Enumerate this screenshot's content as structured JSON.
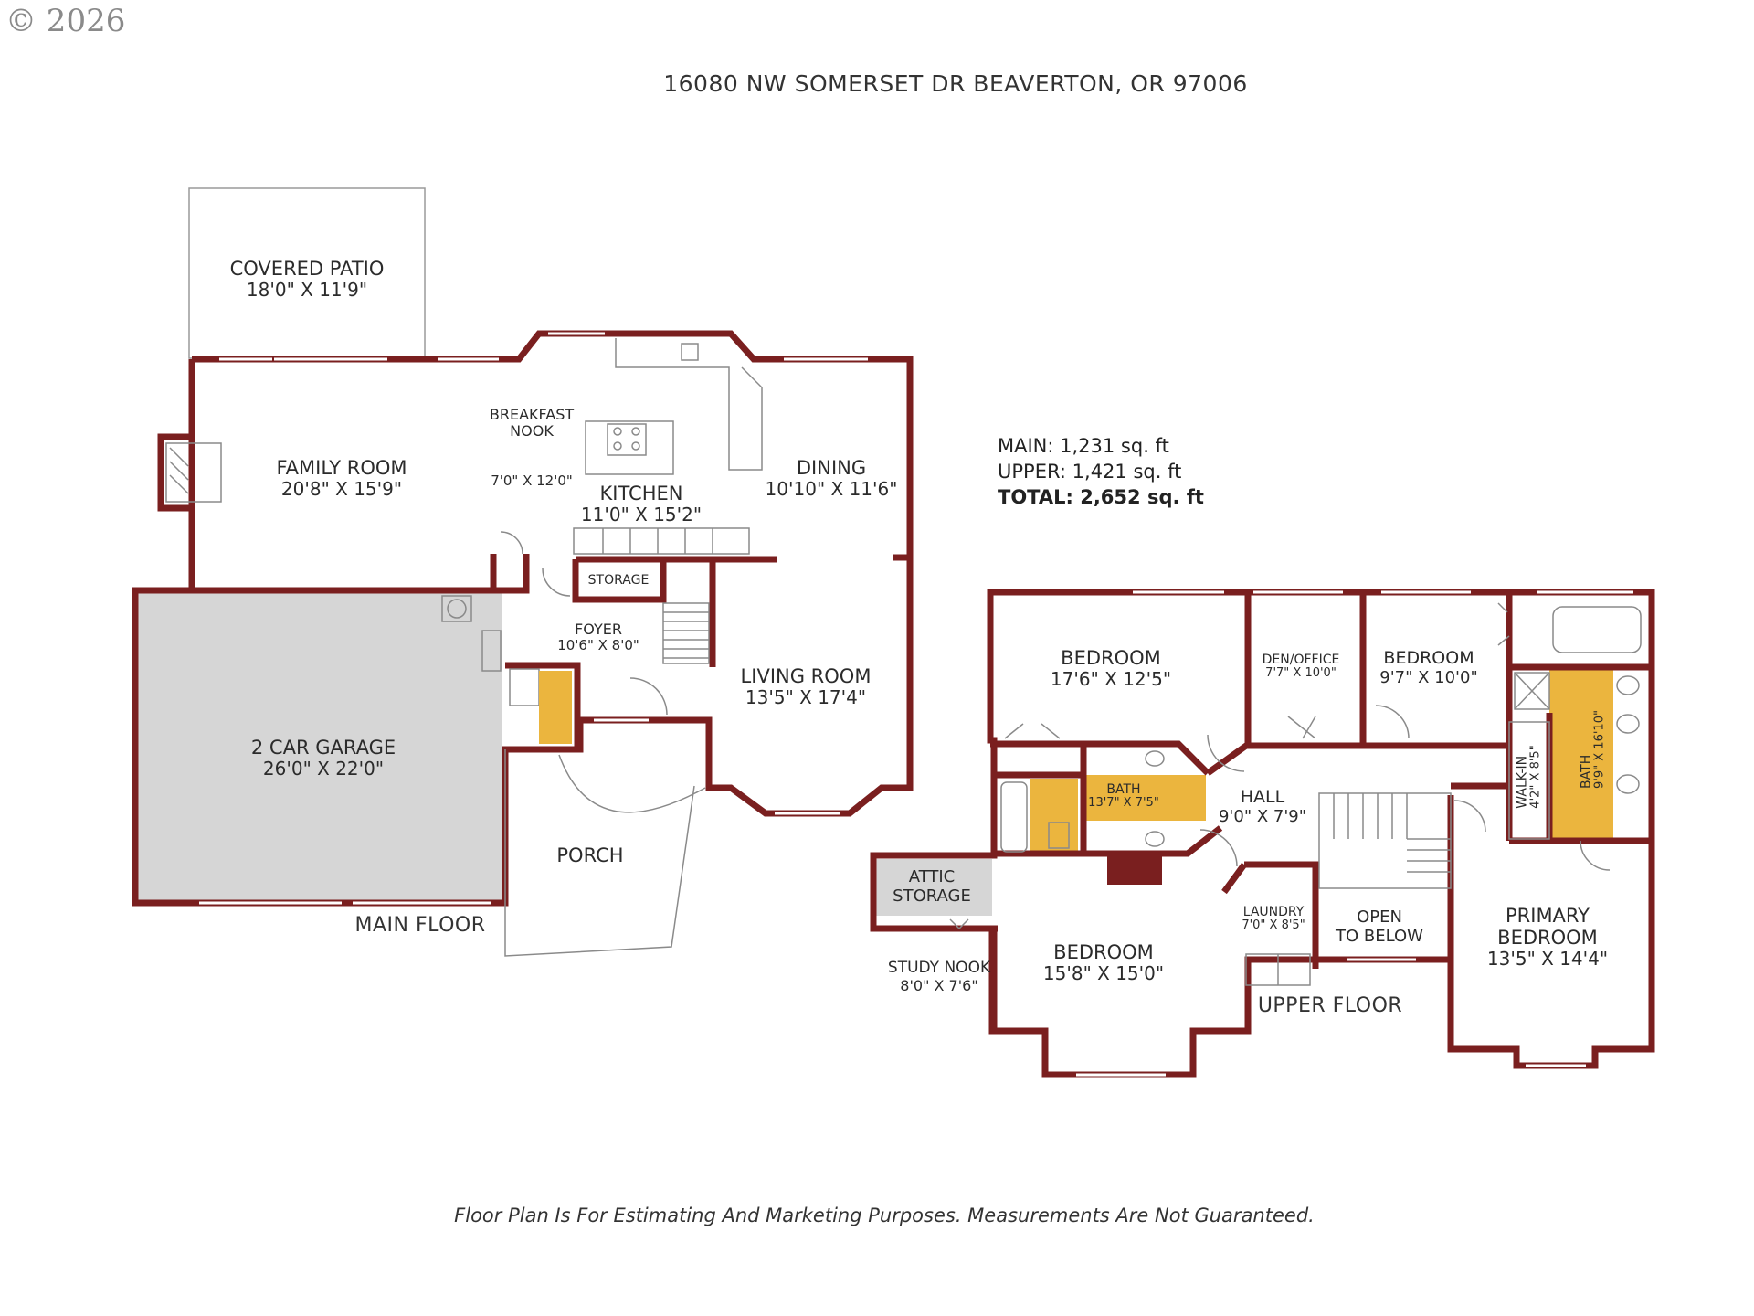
{
  "watermark": "© 2026",
  "address": "16080 NW SOMERSET DR BEAVERTON, OR 97006",
  "summary": {
    "main": "MAIN: 1,231 sq. ft",
    "upper": "UPPER: 1,421 sq. ft",
    "total": "TOTAL: 2,652 sq. ft"
  },
  "floors": {
    "main": "MAIN FLOOR",
    "upper": "UPPER FLOOR"
  },
  "rooms": {
    "covered_patio": {
      "name": "COVERED PATIO",
      "dims": "18'0\" X 11'9\""
    },
    "breakfast_nook": {
      "name": "BREAKFAST\nNOOK",
      "dims": "7'0\" X 12'0\""
    },
    "family_room": {
      "name": "FAMILY ROOM",
      "dims": "20'8\" X 15'9\""
    },
    "kitchen": {
      "name": "KITCHEN",
      "dims": "11'0\" X 15'2\""
    },
    "dining": {
      "name": "DINING",
      "dims": "10'10\" X 11'6\""
    },
    "storage": {
      "name": "STORAGE"
    },
    "foyer": {
      "name": "FOYER",
      "dims": "10'6\" X 8'0\""
    },
    "living_room": {
      "name": "LIVING ROOM",
      "dims": "13'5\" X 17'4\""
    },
    "garage": {
      "name": "2 CAR GARAGE",
      "dims": "26'0\" X 22'0\""
    },
    "porch": {
      "name": "PORCH"
    },
    "bedroom_1": {
      "name": "BEDROOM",
      "dims": "17'6\" X 12'5\""
    },
    "den_office": {
      "name": "DEN/OFFICE",
      "dims": "7'7\" X 10'0\""
    },
    "bedroom_2": {
      "name": "BEDROOM",
      "dims": "9'7\" X 10'0\""
    },
    "bath_upper": {
      "name": "BATH",
      "dims": "13'7\" X 7'5\""
    },
    "hall": {
      "name": "HALL",
      "dims": "9'0\" X 7'9\""
    },
    "walk_in": {
      "name": "WALK-IN",
      "dims": "4'2\" X 8'5\""
    },
    "bath_primary": {
      "name": "BATH",
      "dims": "9'9\" X 16'10\""
    },
    "attic_storage": {
      "name": "ATTIC\nSTORAGE"
    },
    "study_nook": {
      "name": "STUDY NOOK",
      "dims": "8'0\" X 7'6\""
    },
    "bedroom_3": {
      "name": "BEDROOM",
      "dims": "15'8\" X 15'0\""
    },
    "laundry": {
      "name": "LAUNDRY",
      "dims": "7'0\" X 8'5\""
    },
    "open_below": {
      "name": "OPEN\nTO BELOW"
    },
    "primary_bedroom": {
      "name": "PRIMARY\nBEDROOM",
      "dims": "13'5\" X 14'4\""
    }
  },
  "disclaimer": "Floor Plan Is For Estimating And Marketing Purposes. Measurements Are Not Guaranteed.",
  "colors": {
    "wall": "#7a1f1f",
    "garage_fill": "#d6d6d6",
    "bath_fill": "#ebb53e",
    "attic_fill": "#d6d6d6",
    "fixture": "#8a8a8a"
  }
}
